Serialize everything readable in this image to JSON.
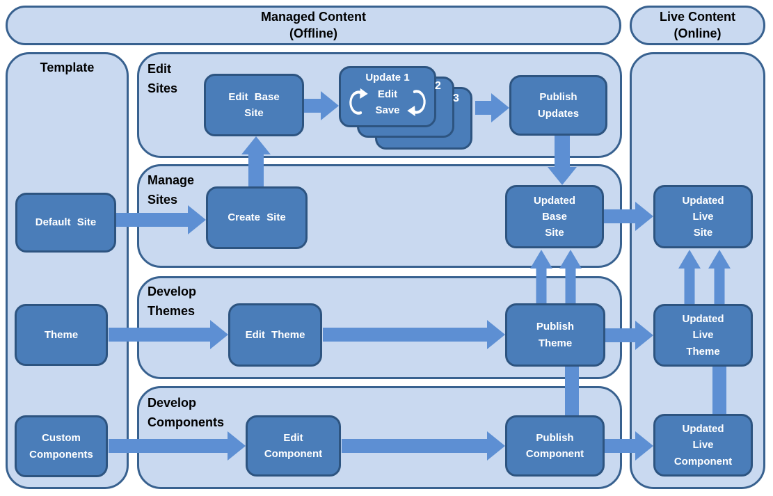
{
  "palette": {
    "container_fill": "#c9d9f0",
    "container_border": "#38618f",
    "node_fill": "#4a7db9",
    "node_border": "#2d5480",
    "arrow_fill": "#5d8fd3",
    "node_text": "#ffffff",
    "label_text": "#000000"
  },
  "headers": {
    "managed": "Managed Content\n(Offline)",
    "live": "Live Content\n(Online)"
  },
  "sections": {
    "template": "Template",
    "edit_sites": "Edit\nSites",
    "manage_sites": "Manage\nSites",
    "develop_themes": "Develop\nThemes",
    "develop_components": "Develop\nComponents"
  },
  "nodes": {
    "default_site": "Default Site",
    "theme": "Theme",
    "custom_components": "Custom\nComponents",
    "edit_base_site": "Edit Base\nSite",
    "create_site": "Create Site",
    "publish_updates": "Publish\nUpdates",
    "updated_base_site": "Updated\nBase\nSite",
    "edit_theme": "Edit Theme",
    "publish_theme": "Publish\nTheme",
    "edit_component": "Edit\nComponent",
    "publish_component": "Publish\nComponent",
    "updated_live_site": "Updated\nLive\nSite",
    "updated_live_theme": "Updated\nLive\nTheme",
    "updated_live_component": "Updated\nLive\nComponent"
  },
  "update_card": {
    "title": "Update 1",
    "cycle_labels": "Edit\nSave",
    "badge_2": "2",
    "badge_3": "3"
  }
}
